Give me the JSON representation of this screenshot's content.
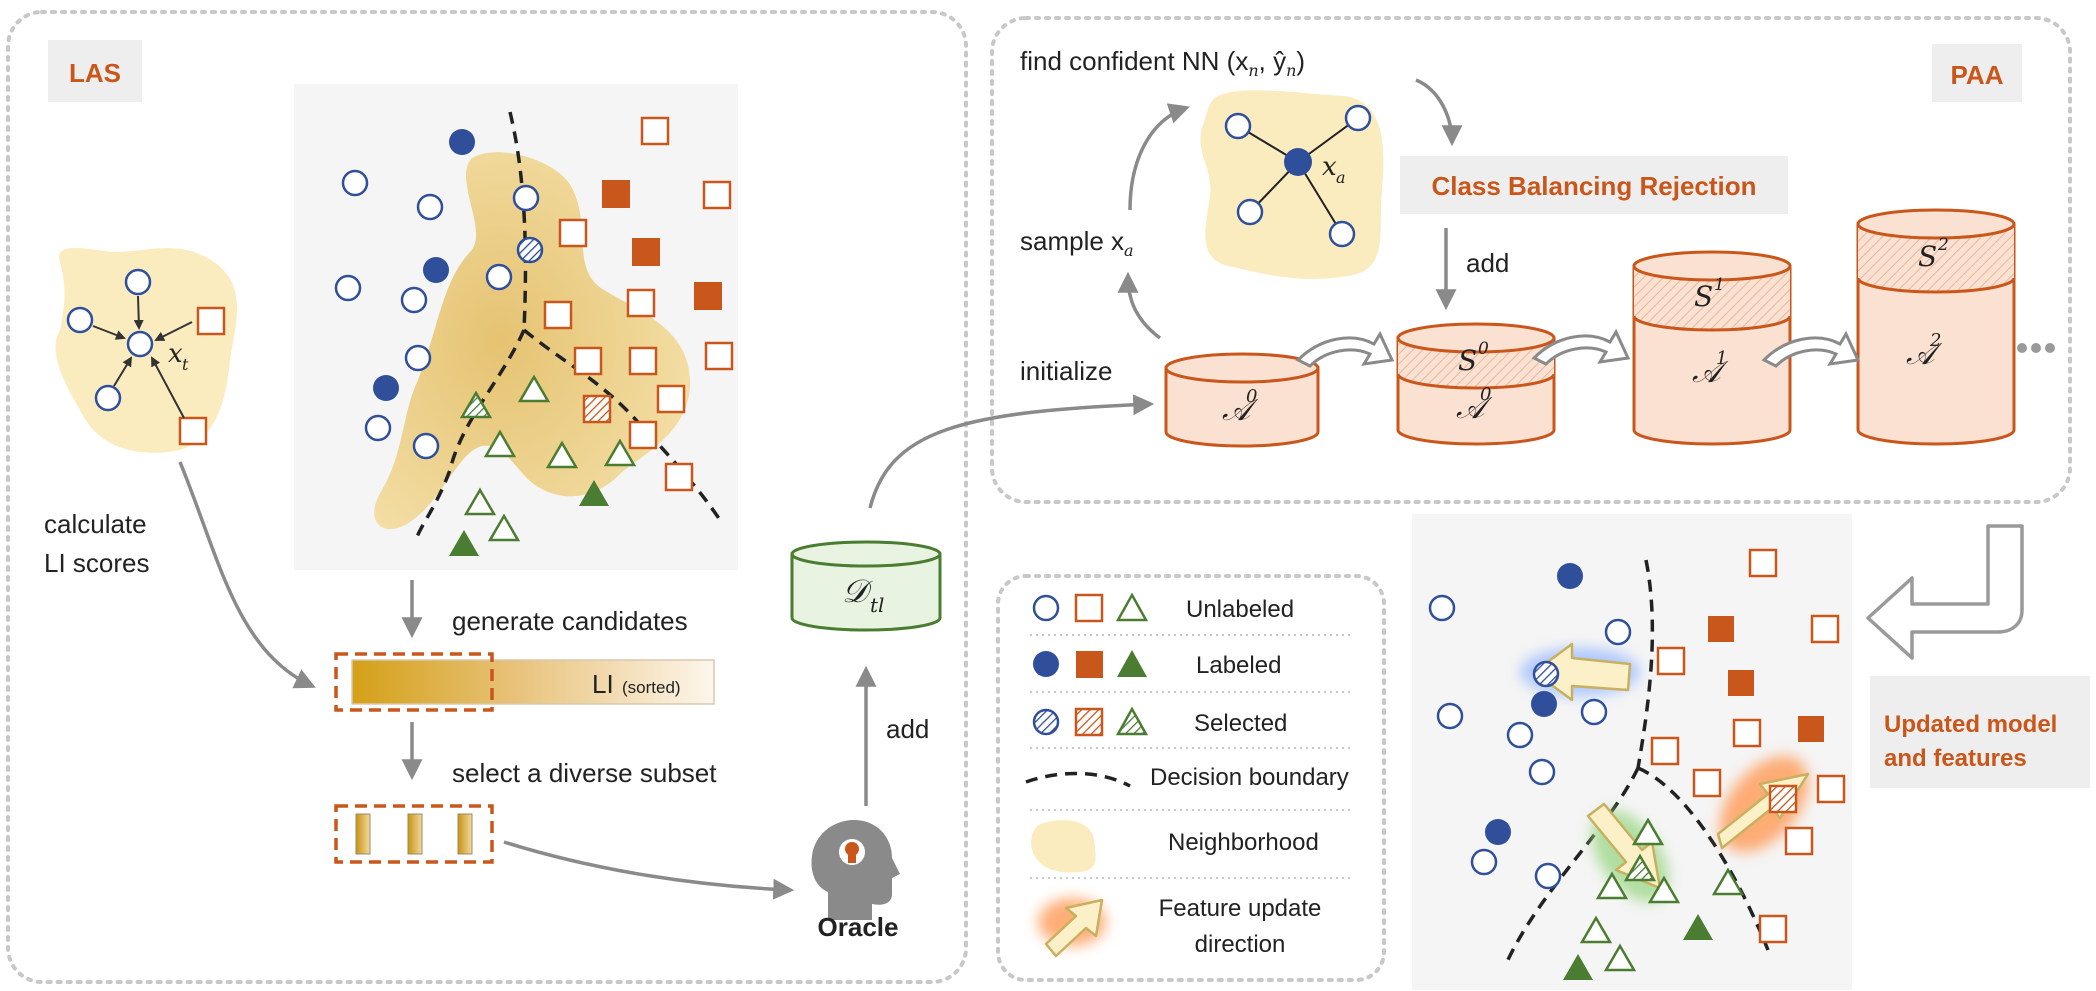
{
  "las": {
    "tag": "LAS",
    "calc_line1": "calculate",
    "calc_line2": "LI scores",
    "generate": "generate candidates",
    "li_label": "LI",
    "li_sub": "(sorted)",
    "select": "select a diverse subset",
    "xt": "x",
    "xt_sub": "t"
  },
  "dtl": {
    "label": "𝒟",
    "sub": "tl"
  },
  "oracle": {
    "label": "Oracle"
  },
  "add_left": "add",
  "paa": {
    "tag": "PAA",
    "find_nn": "find confident NN (x",
    "find_nn_sub_n": "n",
    "find_nn_mid": ", ŷ",
    "find_nn_close": ")",
    "xa": "x",
    "xa_sub": "a",
    "sample": "sample x",
    "initialize": "initialize",
    "cbr": "Class Balancing Rejection",
    "add": "add",
    "banks": [
      {
        "a": "𝒜",
        "a_sup": "0"
      },
      {
        "s": "S",
        "s_sup": "0",
        "a": "𝒜",
        "a_sup": "0"
      },
      {
        "s": "S",
        "s_sup": "1",
        "a": "𝒜",
        "a_sup": "1"
      },
      {
        "s": "S",
        "s_sup": "2",
        "a": "𝒜",
        "a_sup": "2"
      }
    ]
  },
  "legend": {
    "unlabeled": "Unlabeled",
    "labeled": "Labeled",
    "selected": "Selected",
    "boundary": "Decision boundary",
    "neighborhood": "Neighborhood",
    "feature1": "Feature update",
    "feature2": "direction"
  },
  "updated": {
    "line1": "Updated model",
    "line2": "and features"
  },
  "colors": {
    "blue": "#2f4f9a",
    "orange": "#c9561a",
    "green": "#4a7d32",
    "tag_bg": "#eeeeee",
    "tag_text": "#c9561a",
    "cyl_fill": "#fbe1d2",
    "dtl_fill": "#e9f3e1",
    "neighborhood": "#fbecc0"
  }
}
